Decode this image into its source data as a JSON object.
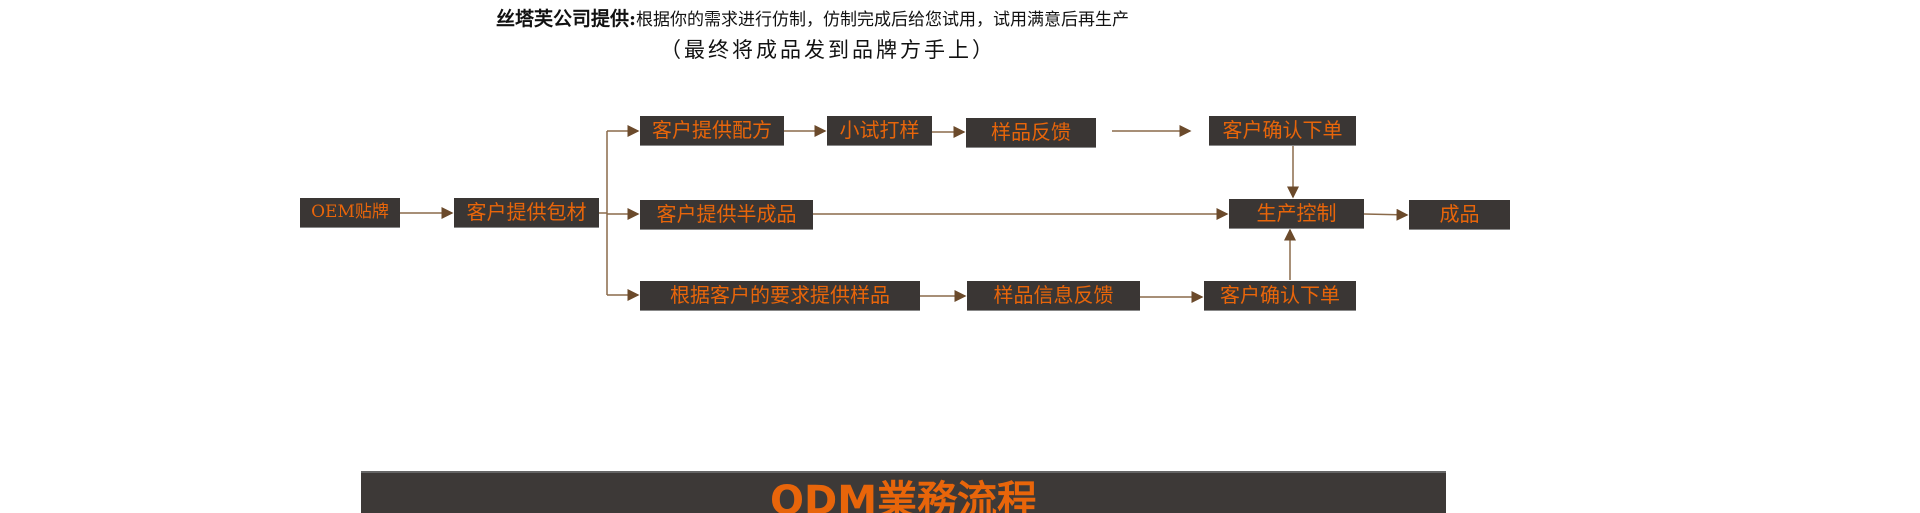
{
  "intro": {
    "company_label": "丝塔芙公司提供:",
    "description": "根据你的需求进行仿制，仿制完成后给您试用，试用满意后再生产",
    "note": "（最终将成品发到品牌方手上）"
  },
  "flow": {
    "oem": "OEM贴牌",
    "packaging": "客户提供包材",
    "formula": "客户提供配方",
    "trial": "小试打样",
    "feedback": "样品反馈",
    "confirm_top": "客户确认下单",
    "semi_finished": "客户提供半成品",
    "production": "生产控制",
    "finished": "成品",
    "sample_req": "根据客户的要求提供样品",
    "sample_info": "样品信息反馈",
    "confirm_bottom": "客户确认下单"
  },
  "section_banner": "ODM業務流程",
  "colors": {
    "accent": "#e8650a",
    "box_bg": "#3a3634",
    "arrow": "#6b4a2b"
  }
}
